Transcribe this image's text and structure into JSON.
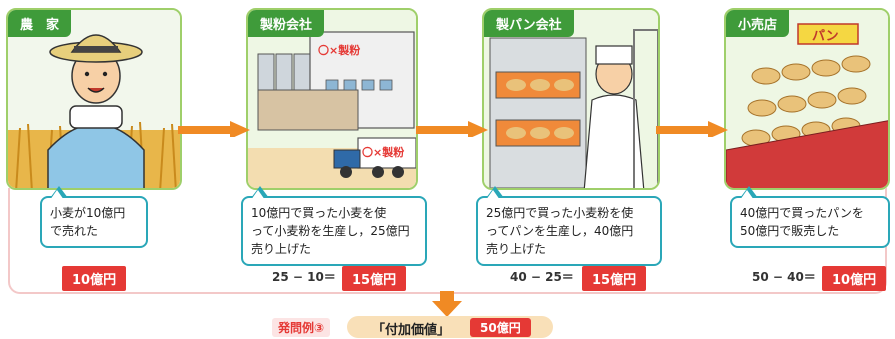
{
  "stages": [
    {
      "title": "農　家",
      "callout": [
        "小麦が10億円",
        "で売れた"
      ],
      "calc": "",
      "value": "10億円"
    },
    {
      "title": "製粉会社",
      "callout": [
        "10億円で買った小麦を使",
        "って小麦粉を生産し，25億円",
        "売り上げた"
      ],
      "calc": "25 − 10＝",
      "value": "15億円",
      "factory_sign": "〇×製粉",
      "truck_sign": "〇×製粉"
    },
    {
      "title": "製パン会社",
      "callout": [
        "25億円で買った小麦粉を使",
        "ってパンを生産し，40億円",
        "売り上げた"
      ],
      "calc": "40 − 25＝",
      "value": "15億円"
    },
    {
      "title": "小売店",
      "callout": [
        "40億円で買ったパンを",
        "50億円で販売した"
      ],
      "calc": "50 − 40＝",
      "value": "10億円",
      "shop_sign": "パン"
    }
  ],
  "summary": {
    "example_label": "発問例③",
    "value_label": "「付加価値」",
    "value": "50億円"
  },
  "colors": {
    "panel_border": "#9fcf6a",
    "title_bg": "#3f9b3a",
    "callout_border": "#2aa7b8",
    "badge": "#e53935",
    "arrow": "#f08a24"
  }
}
